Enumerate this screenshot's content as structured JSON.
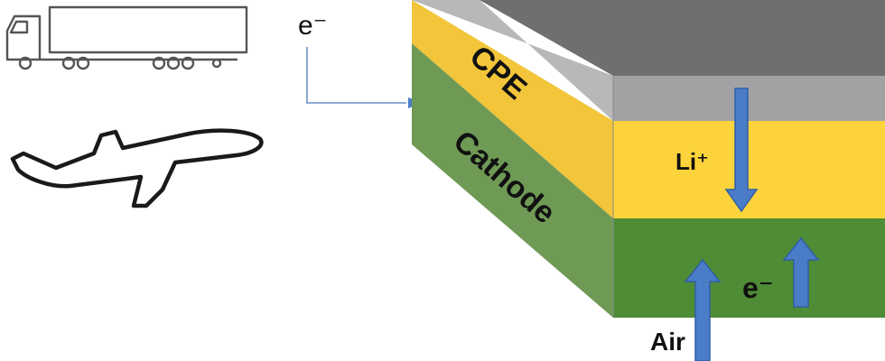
{
  "labels": {
    "top_electron": "e⁻",
    "cpe_layer": "CPE",
    "cathode_layer": "Cathode",
    "lithium_ion": "Li⁺",
    "bottom_electron": "e⁻",
    "air_inlet": "Air"
  },
  "icons": {
    "vehicle_1": "truck-icon",
    "vehicle_2": "airplane-icon"
  },
  "colors": {
    "anode_top": "#6f6f71",
    "anode_front": "#a2a2a4",
    "anode_side": "#b8b8ba",
    "cpe_front": "#fcd33a",
    "cpe_side": "#f2c53a",
    "cathode_front": "#4f8c36",
    "cathode_side": "#6f9a55",
    "arrow": "#4a7cc8",
    "arrow_stroke": "#2e5fa6",
    "wire": "#6a8fc6"
  }
}
